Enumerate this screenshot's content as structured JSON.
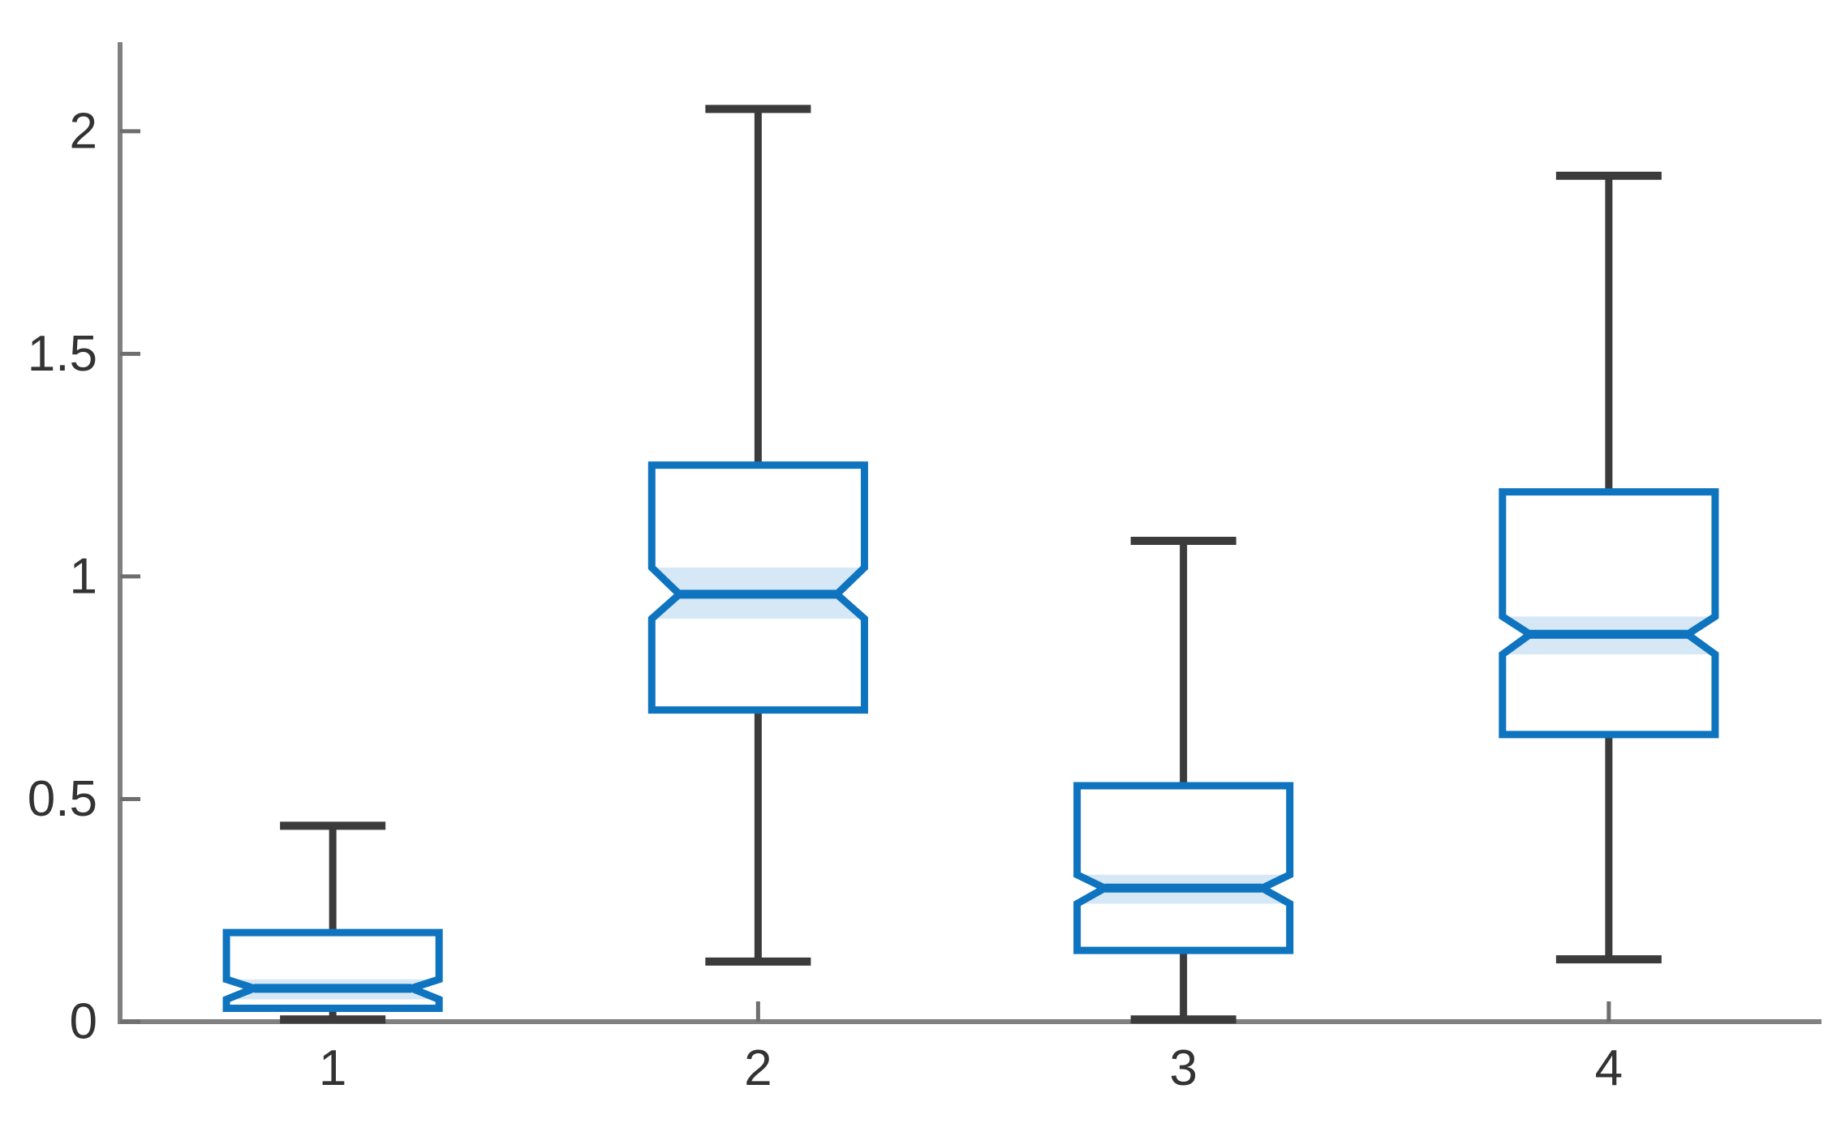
{
  "figure": {
    "title": "",
    "background_color": "#FFFFFF"
  },
  "chart_data": {
    "type": "boxplot",
    "orientation": "vertical",
    "notched": true,
    "title": "",
    "xlabel": "",
    "ylabel": "",
    "categories": [
      "1",
      "2",
      "3",
      "4"
    ],
    "xtick_labels": [
      "1",
      "2",
      "3",
      "4"
    ],
    "ytick_labels": [
      "0",
      "0.5",
      "1",
      "1.5",
      "2"
    ],
    "yticks": [
      0,
      0.5,
      1,
      1.5,
      2
    ],
    "ylim": [
      0,
      2.2
    ],
    "xlim": [
      0.5,
      4.5
    ],
    "grid": false,
    "legend": null,
    "boxes": [
      {
        "category": "1",
        "x": 1,
        "whisker_low": 0.005,
        "q1": 0.03,
        "median": 0.075,
        "q3": 0.2,
        "whisker_high": 0.44,
        "notch_low": 0.05,
        "notch_high": 0.095
      },
      {
        "category": "2",
        "x": 2,
        "whisker_low": 0.135,
        "q1": 0.7,
        "median": 0.96,
        "q3": 1.25,
        "whisker_high": 2.05,
        "notch_low": 0.905,
        "notch_high": 1.02
      },
      {
        "category": "3",
        "x": 3,
        "whisker_low": 0.005,
        "q1": 0.16,
        "median": 0.3,
        "q3": 0.53,
        "whisker_high": 1.08,
        "notch_low": 0.265,
        "notch_high": 0.33
      },
      {
        "category": "4",
        "x": 4,
        "whisker_low": 0.14,
        "q1": 0.645,
        "median": 0.87,
        "q3": 1.19,
        "whisker_high": 1.9,
        "notch_low": 0.825,
        "notch_high": 0.91
      }
    ],
    "colors": {
      "box_edge": "#0E74BF",
      "box_fill": "#FFFFFF",
      "notch_band_fill": "#D6E7F6",
      "median_line": "#0E74BF",
      "whisker": "#3B3B3B",
      "axis_line": "#808080",
      "tick_mark": "#6E6E6E",
      "tick_label": "#333333",
      "background": "#FFFFFF"
    }
  }
}
